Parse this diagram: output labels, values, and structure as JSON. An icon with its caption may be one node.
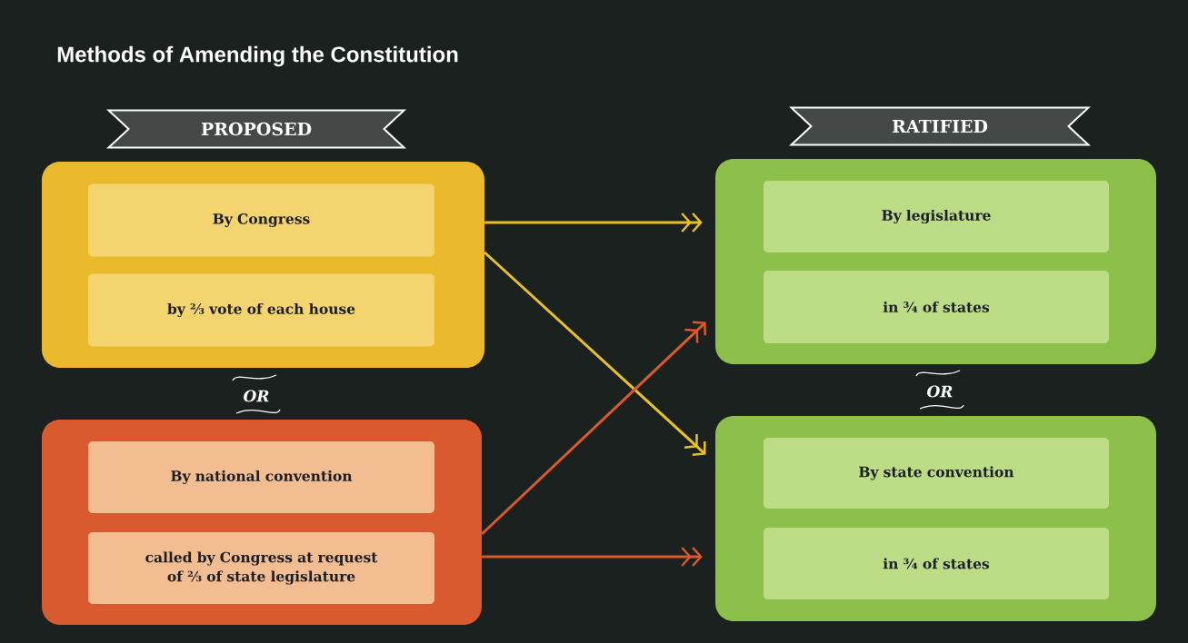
{
  "diagram": {
    "title": "Methods of Amending the Constitution",
    "nodes": [
      {
        "text": [
          "PROPOSED"
        ]
      },
      {
        "text": [
          "RATIFIED"
        ]
      },
      {
        "text": [],
        "shape": "box"
      },
      {
        "text": [
          "By Congress"
        ],
        "in": 2
      },
      {
        "text": [
          "by ⅔ vote of each house"
        ],
        "in": 2
      },
      {
        "text": [],
        "shape": "box"
      },
      {
        "text": [
          "By legislature"
        ],
        "in": 5
      },
      {
        "text": [
          "in ¾ of states"
        ],
        "in": 5
      },
      {
        "text": [],
        "shape": "box"
      },
      {
        "text": [
          "By national convention"
        ],
        "in": 8
      },
      {
        "text": [
          "called by Congress at request of ⅔ of state legislature"
        ],
        "in": 8
      },
      {
        "text": [],
        "shape": "box"
      },
      {
        "text": [
          "By state convention"
        ],
        "in": 11
      },
      {
        "text": [
          "in ¾ of states"
        ],
        "in": 11
      }
    ],
    "edges": [
      {
        "from": 2,
        "to": 5,
        "arrow": "to",
        "color": "#e8c02a"
      },
      {
        "from": 2,
        "to": 11,
        "arrow": "to",
        "color": "#e8c02a"
      },
      {
        "from": 8,
        "to": 5,
        "arrow": "to",
        "color": "#d85a2a"
      },
      {
        "from": 8,
        "to": 11,
        "arrow": "to",
        "color": "#d85a2a"
      }
    ],
    "labels": [
      "OR",
      "OR"
    ]
  }
}
